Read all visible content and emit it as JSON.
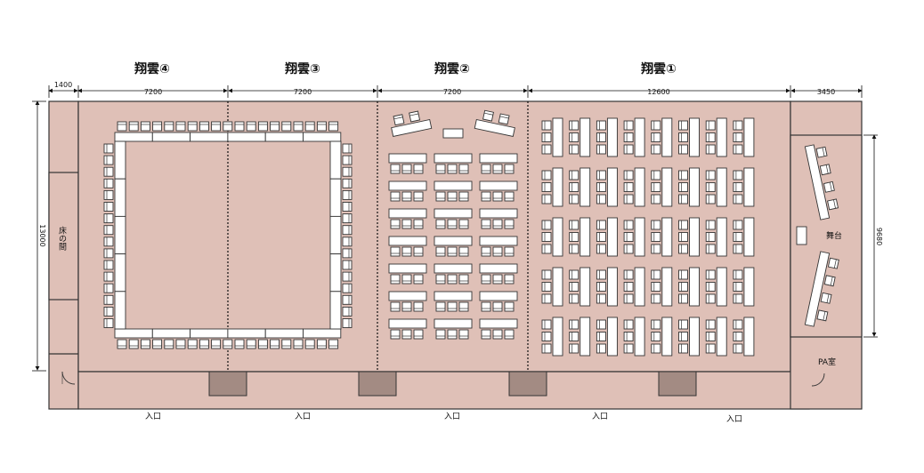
{
  "sections": {
    "shouun4": "翔雲④",
    "shouun3": "翔雲③",
    "shouun2": "翔雲②",
    "shouun1": "翔雲①"
  },
  "dimensions": {
    "left_strip": "1400",
    "sec4": "7200",
    "sec3": "7200",
    "sec2": "7200",
    "sec1": "12600",
    "right_strip": "3450",
    "total_height": "13000",
    "stage_height": "9680"
  },
  "labels": {
    "tokonoma": "床の間",
    "stage": "舞台",
    "pa_room": "PA室",
    "entrance": "入口"
  },
  "colors": {
    "floor": "#dfc0b7",
    "door": "#a38b83",
    "line": "#333333"
  }
}
